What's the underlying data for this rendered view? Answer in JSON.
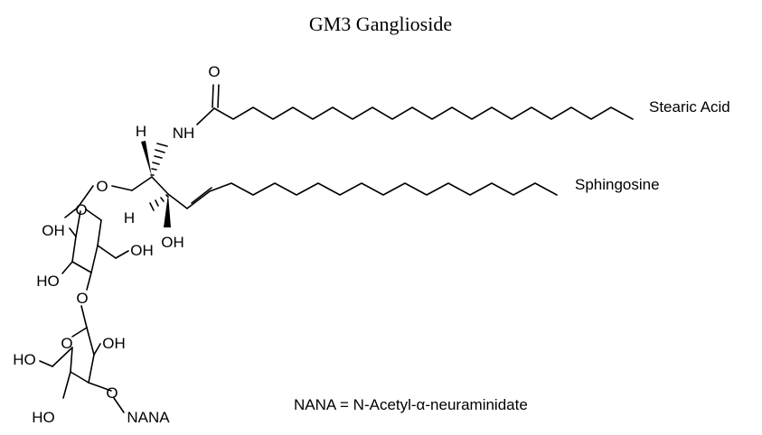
{
  "title": "GM3 Ganglioside",
  "labels": {
    "stearic": "Stearic Acid",
    "sphingosine": "Sphingosine",
    "nana_def": "NANA = N-Acetyl-α-neuraminidate"
  },
  "atoms": {
    "carbonyl_o": "O",
    "nh": "NH",
    "h_top": "H",
    "h_mid": "H",
    "oh_c3": "OH",
    "ring1_o_link": "O",
    "oh_r1_left": "OH",
    "oh_r1_ch2": "OH",
    "ho_r1": "HO",
    "glyco_o": "O",
    "oh_r2_right": "OH",
    "ho_r2_ch2": "HO",
    "ho_r2_bottom": "HO",
    "o_nana": "O",
    "nana": "NANA"
  }
}
